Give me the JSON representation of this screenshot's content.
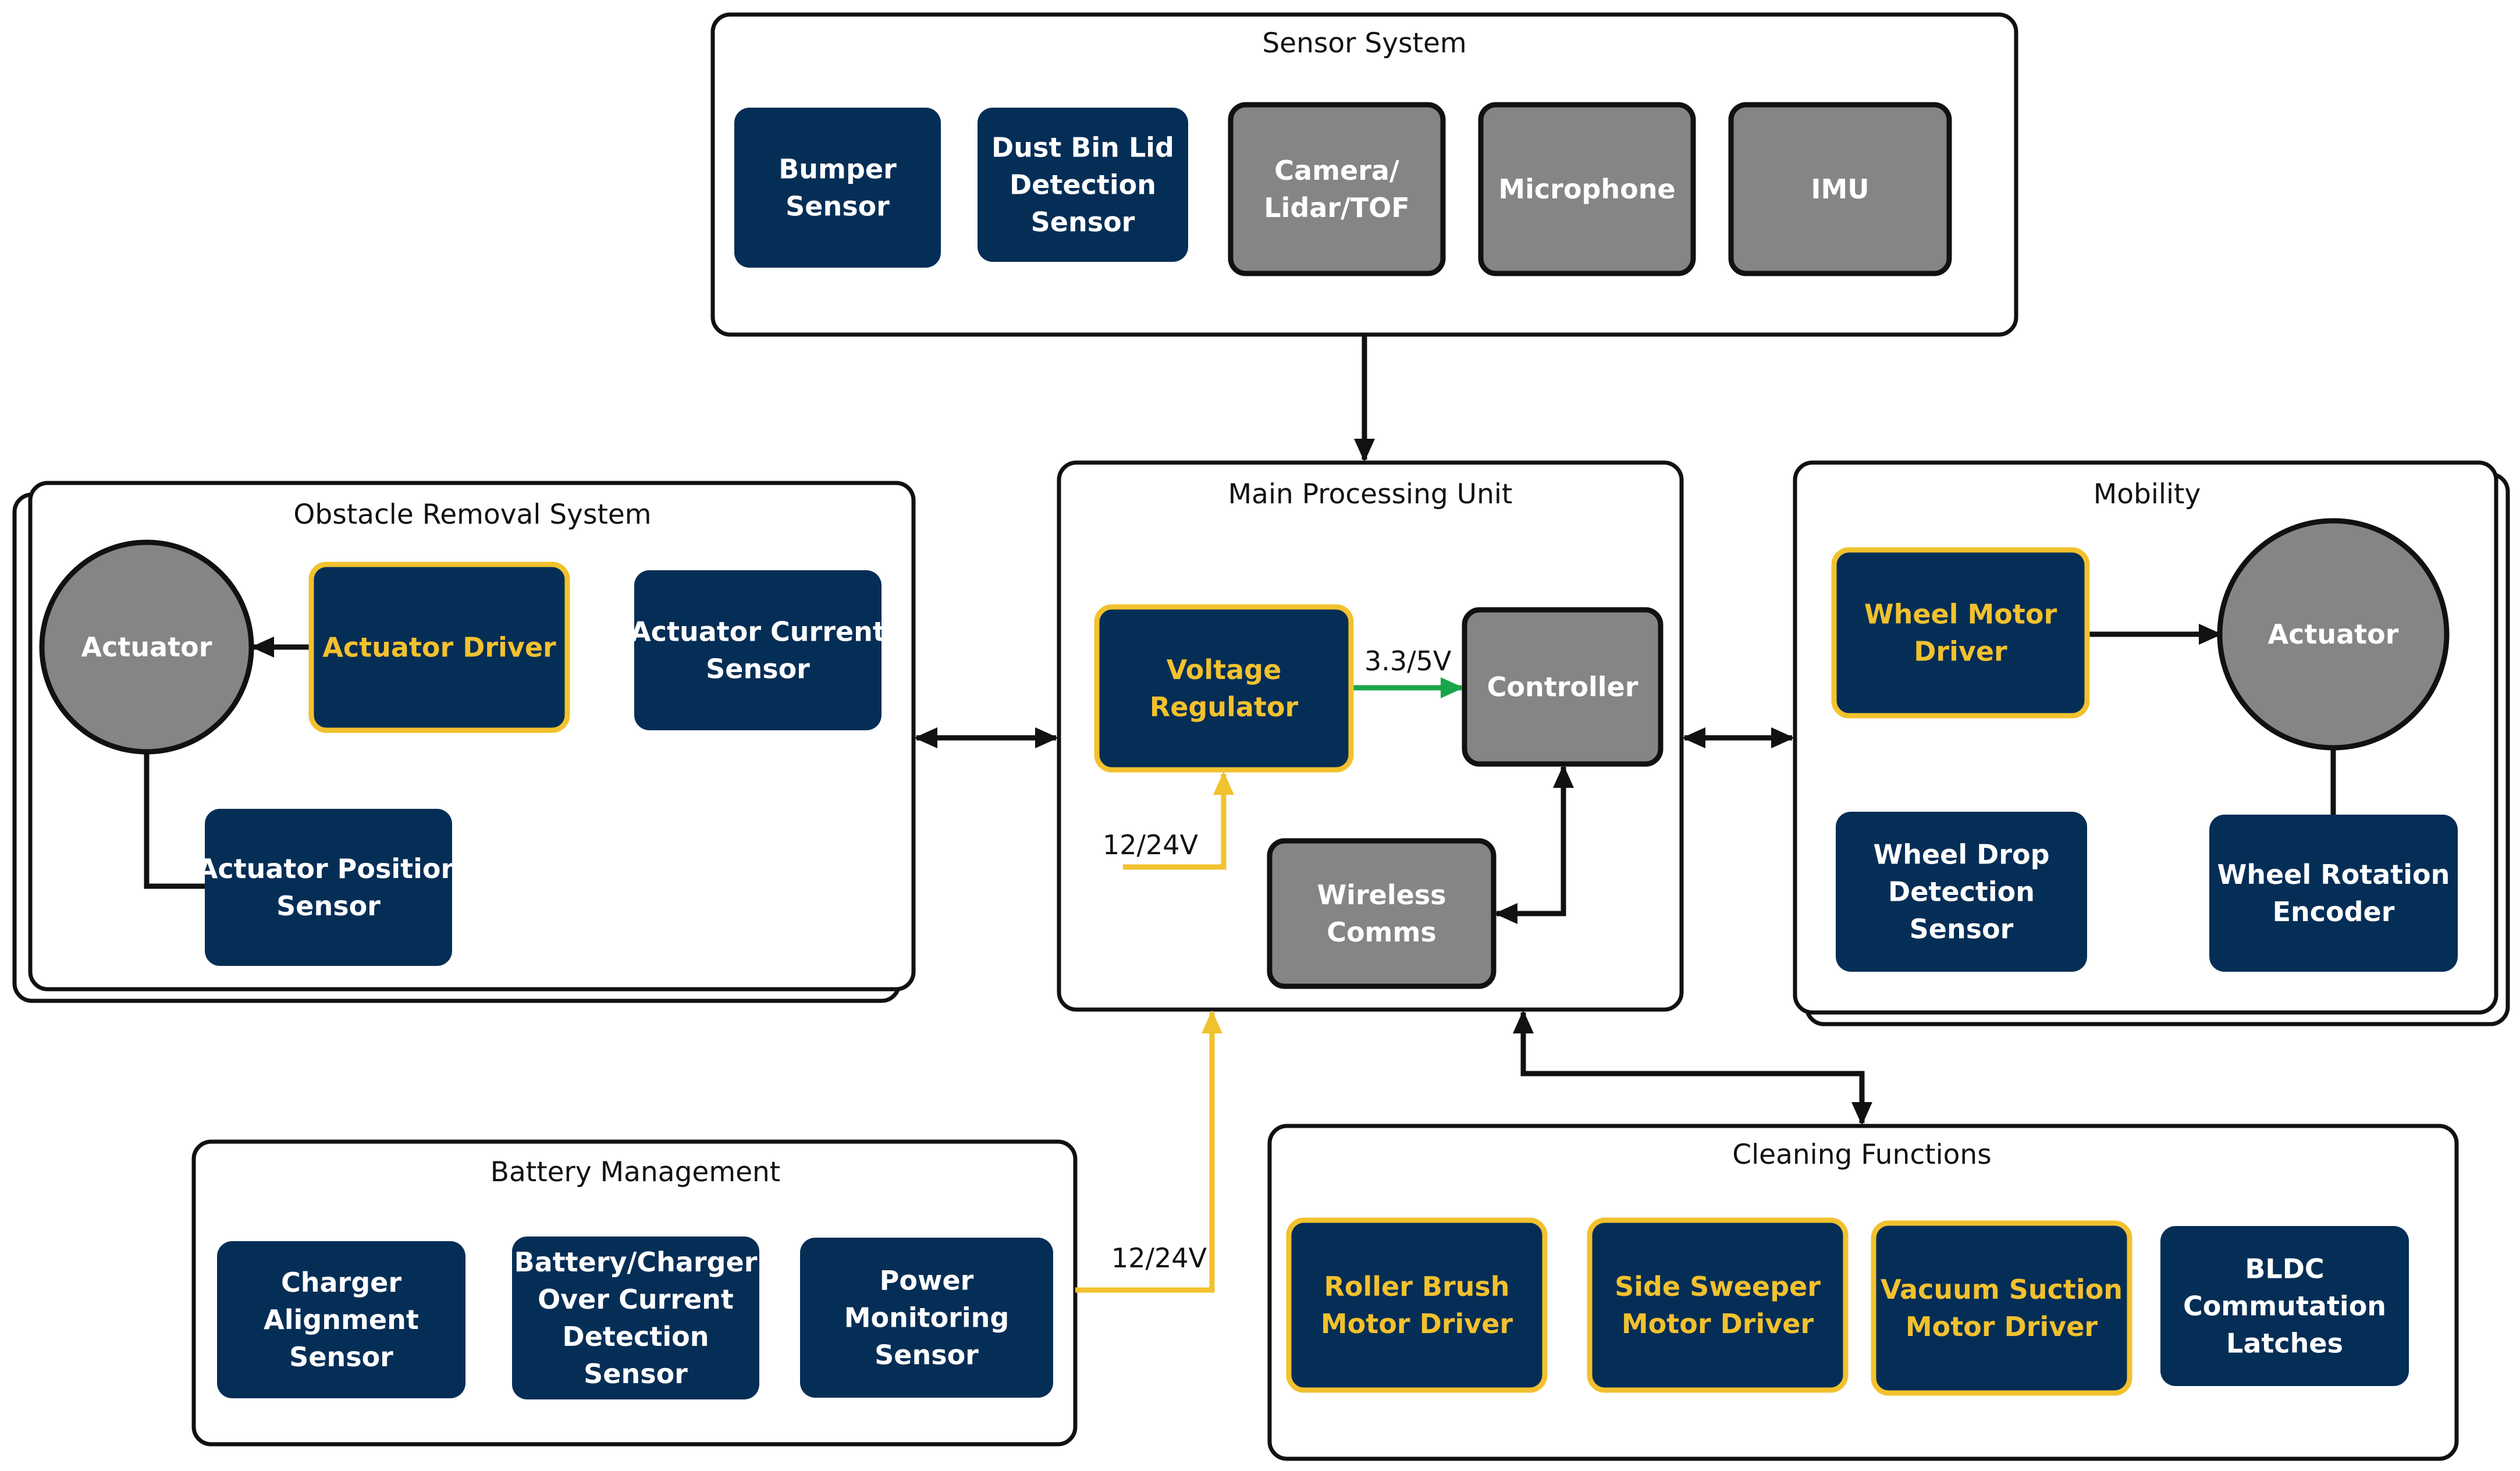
{
  "colors": {
    "navy": "#052E56",
    "gray": "#858585",
    "yellow_accent": "#F2C12E",
    "green_wire": "#1AA54A",
    "line": "#111111"
  },
  "groups": {
    "sensor_system": {
      "title": "Sensor System",
      "blocks": [
        {
          "lines": [
            "Bumper",
            "Sensor"
          ],
          "style": "navy"
        },
        {
          "lines": [
            "Dust Bin Lid",
            "Detection",
            "Sensor"
          ],
          "style": "navy"
        },
        {
          "lines": [
            "Camera/",
            "Lidar/TOF"
          ],
          "style": "gray"
        },
        {
          "lines": [
            "Microphone"
          ],
          "style": "gray"
        },
        {
          "lines": [
            "IMU"
          ],
          "style": "gray"
        }
      ]
    },
    "obstacle_removal": {
      "title": "Obstacle Removal System",
      "actuator": "Actuator",
      "blocks": [
        {
          "lines": [
            "Actuator Driver"
          ],
          "style": "navy-accent"
        },
        {
          "lines": [
            "Actuator Current",
            "Sensor"
          ],
          "style": "navy"
        },
        {
          "lines": [
            "Actuator Position",
            "Sensor"
          ],
          "style": "navy"
        }
      ]
    },
    "main_processing": {
      "title": "Main Processing Unit",
      "blocks": [
        {
          "lines": [
            "Voltage",
            "Regulator"
          ],
          "style": "navy-accent"
        },
        {
          "lines": [
            "Controller"
          ],
          "style": "gray"
        },
        {
          "lines": [
            "Wireless",
            "Comms"
          ],
          "style": "gray"
        }
      ],
      "rail_label": "3.3/5V",
      "input_label": "12/24V"
    },
    "mobility": {
      "title": "Mobility",
      "actuator": "Actuator",
      "blocks": [
        {
          "lines": [
            "Wheel Motor",
            "Driver"
          ],
          "style": "navy-accent"
        },
        {
          "lines": [
            "Wheel Drop",
            "Detection",
            "Sensor"
          ],
          "style": "navy"
        },
        {
          "lines": [
            "Wheel Rotation",
            "Encoder"
          ],
          "style": "navy"
        }
      ]
    },
    "battery_management": {
      "title": "Battery Management",
      "blocks": [
        {
          "lines": [
            "Charger",
            "Alignment",
            "Sensor"
          ],
          "style": "navy"
        },
        {
          "lines": [
            "Battery/Charger",
            "Over Current",
            "Detection",
            "Sensor"
          ],
          "style": "navy"
        },
        {
          "lines": [
            "Power",
            "Monitoring",
            "Sensor"
          ],
          "style": "navy"
        }
      ],
      "output_label": "12/24V"
    },
    "cleaning_functions": {
      "title": "Cleaning Functions",
      "blocks": [
        {
          "lines": [
            "Roller Brush",
            "Motor Driver"
          ],
          "style": "navy-accent"
        },
        {
          "lines": [
            "Side Sweeper",
            "Motor Driver"
          ],
          "style": "navy-accent"
        },
        {
          "lines": [
            "Vacuum Suction",
            "Motor Driver"
          ],
          "style": "navy-accent"
        },
        {
          "lines": [
            "BLDC",
            "Commutation",
            "Latches"
          ],
          "style": "navy"
        }
      ]
    }
  }
}
